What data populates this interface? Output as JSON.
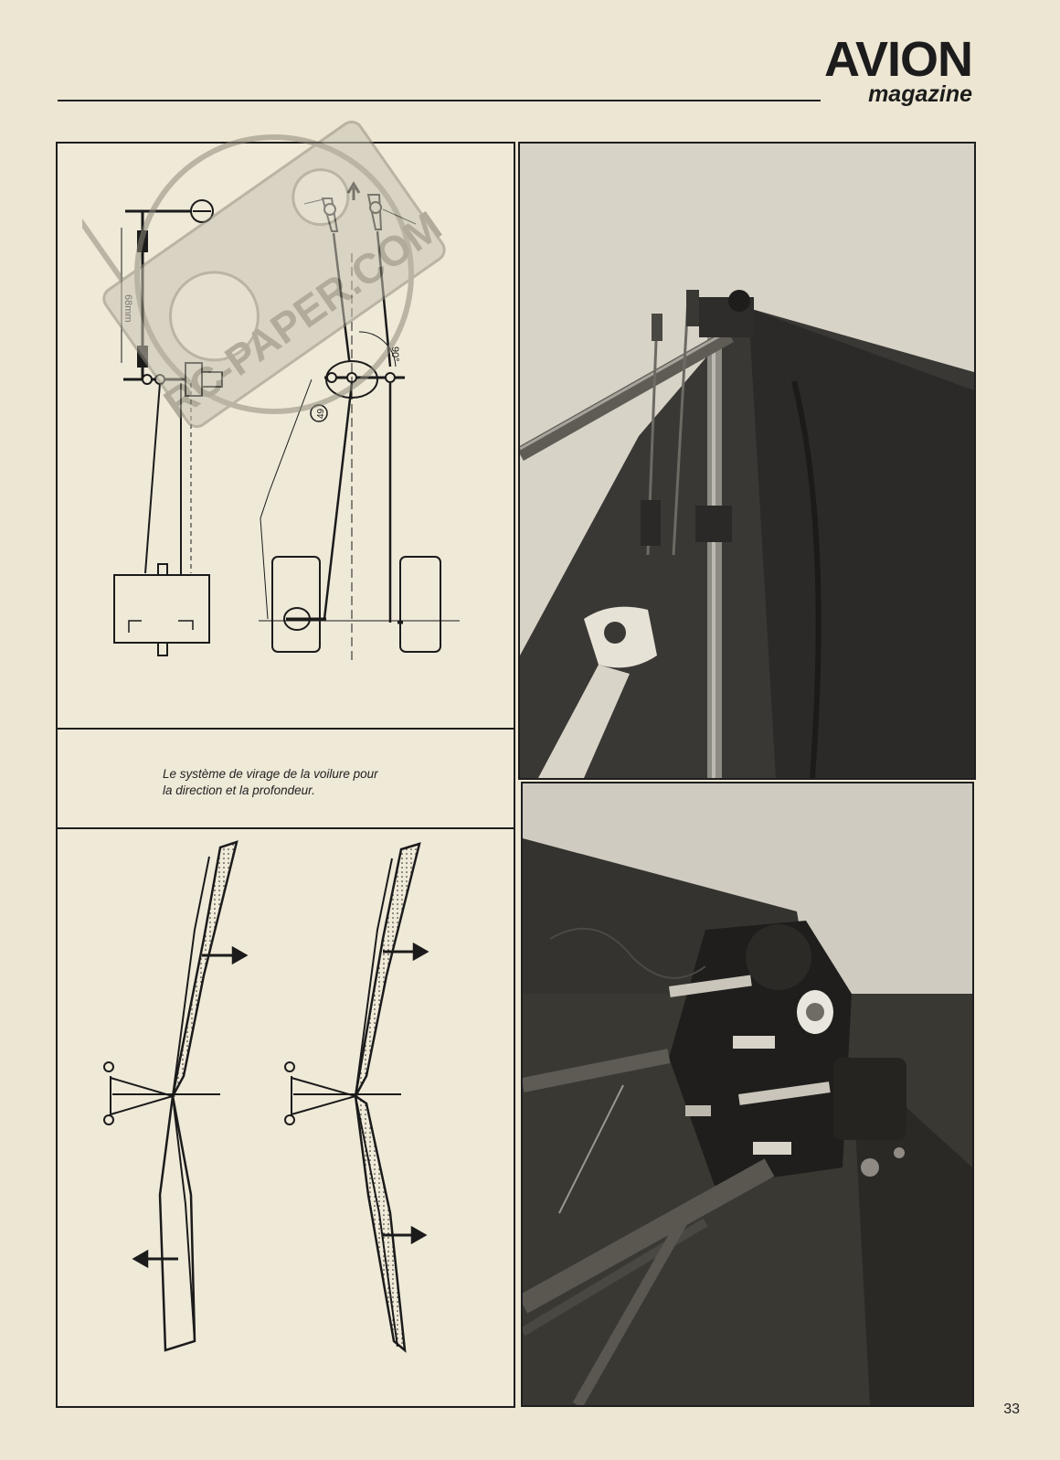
{
  "masthead": {
    "brand_main": "AVION",
    "brand_sub": "magazine"
  },
  "diagram_top": {
    "dimension_label": "68mm",
    "angle_label": "90°",
    "part_number": "49"
  },
  "caption": {
    "line1": "Le système de virage de la voilure pour",
    "line2": "la direction et la profondeur."
  },
  "watermark": {
    "text": "RC-PAPER.COM"
  },
  "page_number": "33"
}
